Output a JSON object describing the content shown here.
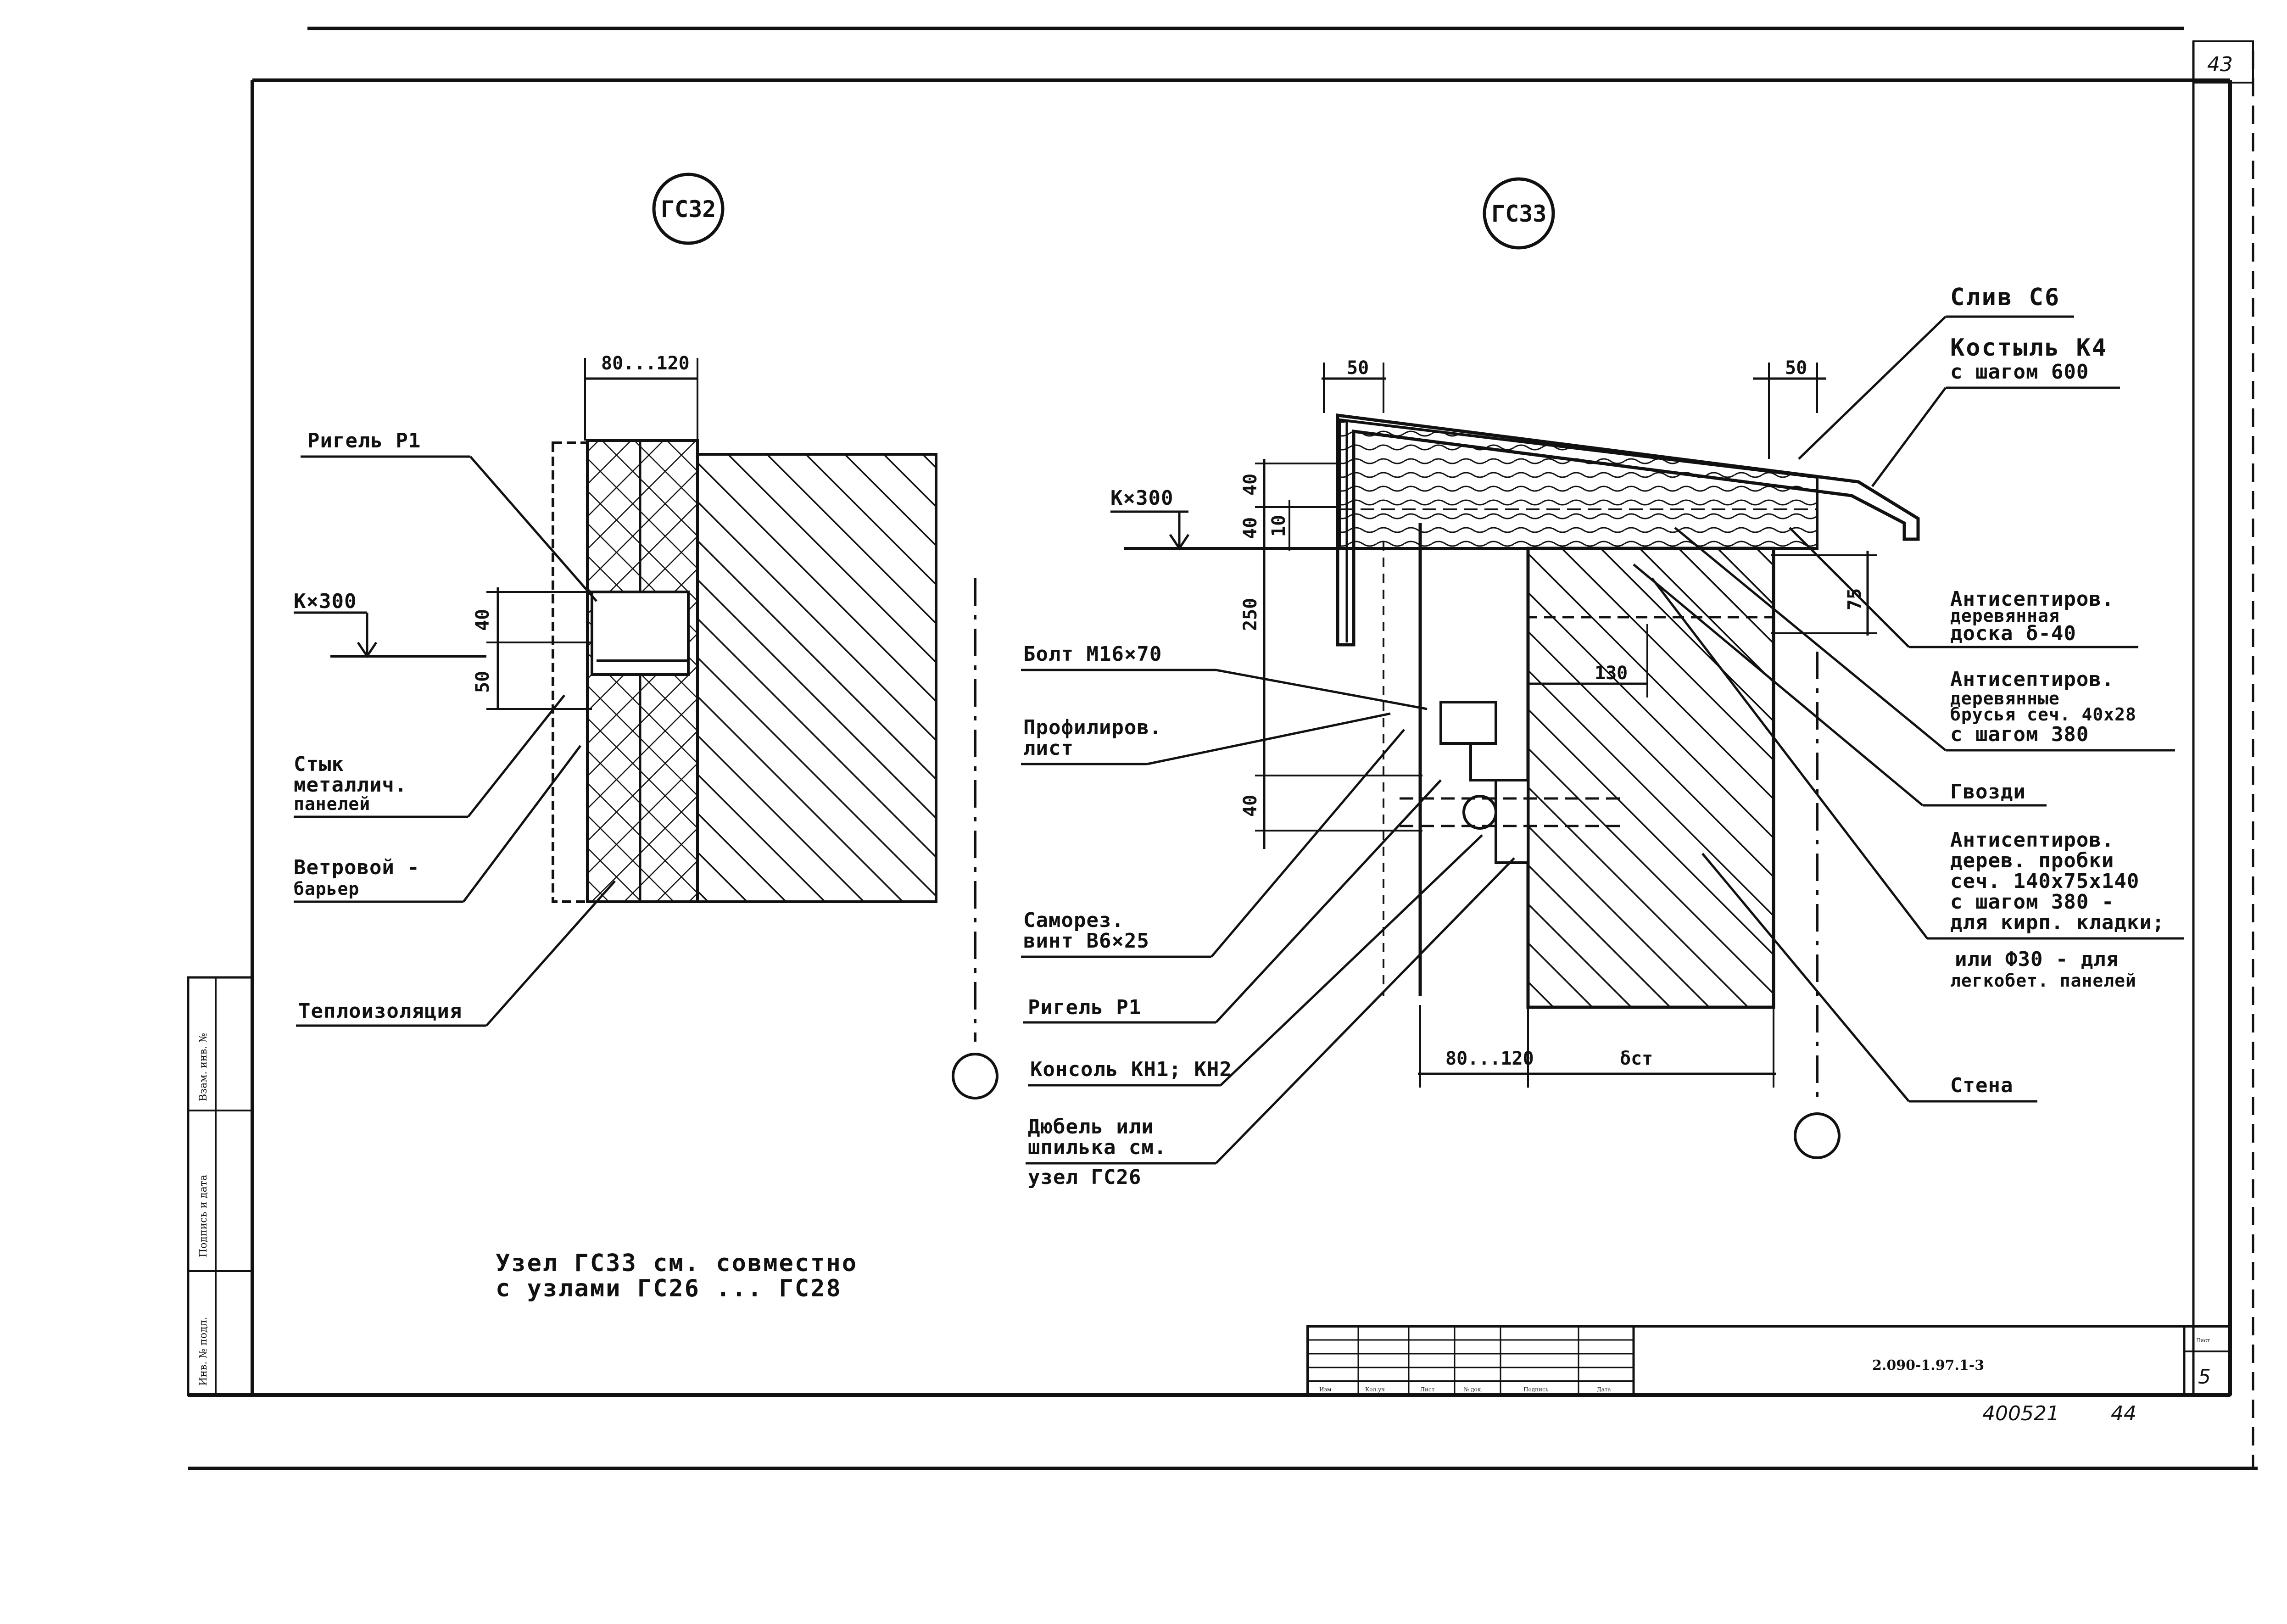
{
  "sheet": {
    "page_corner_number": "43",
    "document_code": "2.090-1.97.1-3",
    "sheet_label": "Лист",
    "sheet_number": "5",
    "handwritten_number": "400521",
    "handwritten_copy": "44"
  },
  "title_block": {
    "columns": [
      "Изм",
      "Кол.уч",
      "Лист",
      "№ док.",
      "Подпись",
      "Дата"
    ]
  },
  "side_stamp": {
    "fields": [
      "Инв. № подл.",
      "Подпись и дата",
      "Взам. инв. №"
    ]
  },
  "node_gc32": {
    "marker": "ГС32",
    "dim_top": "80...120",
    "dim_40": "40",
    "dim_50": "50",
    "level": "К×300",
    "labels": {
      "rigel": "Ригель Р1",
      "joint_1": "Стык",
      "joint_2": "металлич.",
      "joint_3": "панелей",
      "wind_1": "Ветровой -",
      "wind_2": "барьер",
      "insulation": "Теплоизоляция"
    }
  },
  "node_gc33": {
    "marker": "ГС33",
    "dims": {
      "top_left": "50",
      "top_right": "50",
      "v40_top": "40",
      "v10": "10",
      "v40": "40",
      "v250": "250",
      "v40_low": "40",
      "v75": "75",
      "h130": "130",
      "bottom_left": "80...120",
      "bottom_right": "δст"
    },
    "level": "К×300",
    "labels": {
      "drip": "Слив С6",
      "bracket_1": "Костыль К4",
      "bracket_2": "с шагом 600",
      "board_1": "Антисептиров.",
      "board_2": "деревянная",
      "board_3": "доска δ-40",
      "bars_1": "Антисептиров.",
      "bars_2": "деревянные",
      "bars_3": "брусья сеч. 40х28",
      "bars_4": "с шагом 380",
      "nails": "Гвозди",
      "plugs_1": "Антисептиров.",
      "plugs_2": "дерев. пробки",
      "plugs_3": "сеч. 140х75х140",
      "plugs_4": "с шагом 380 -",
      "plugs_5": "для кирп. кладки;",
      "plugs_6": "или Ф30 - для",
      "plugs_7": "легкобет. панелей",
      "bolt": "Болт М16×70",
      "profile_1": "Профилиров.",
      "profile_2": "лист",
      "screw_1": "Саморез.",
      "screw_2": "винт В6×25",
      "rigel": "Ригель Р1",
      "console": "Консоль КН1; КН2",
      "dowel_1": "Дюбель или",
      "dowel_2": "шпилька см.",
      "dowel_3": "узел ГС26",
      "wall": "Стена"
    }
  },
  "note": {
    "line1": "Узел ГС33 см. совместно",
    "line2": "с узлами ГС26 ... ГС28"
  }
}
